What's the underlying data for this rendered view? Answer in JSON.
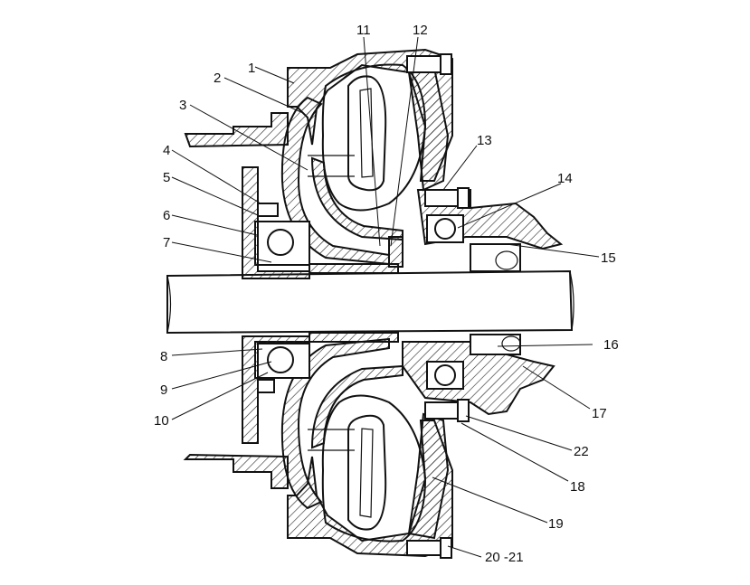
{
  "callouts": [
    {
      "id": "1",
      "label": "1"
    },
    {
      "id": "2",
      "label": "2"
    },
    {
      "id": "3",
      "label": "3"
    },
    {
      "id": "4",
      "label": "4"
    },
    {
      "id": "5",
      "label": "5"
    },
    {
      "id": "6",
      "label": "6"
    },
    {
      "id": "7",
      "label": "7"
    },
    {
      "id": "8",
      "label": "8"
    },
    {
      "id": "9",
      "label": "9"
    },
    {
      "id": "10",
      "label": "10"
    },
    {
      "id": "11",
      "label": "11"
    },
    {
      "id": "12",
      "label": "12"
    },
    {
      "id": "13",
      "label": "13"
    },
    {
      "id": "14",
      "label": "14"
    },
    {
      "id": "15",
      "label": "15"
    },
    {
      "id": "16",
      "label": "16"
    },
    {
      "id": "17",
      "label": "17"
    },
    {
      "id": "18",
      "label": "18"
    },
    {
      "id": "19",
      "label": "19"
    },
    {
      "id": "20-21",
      "label": "20 -21"
    },
    {
      "id": "22",
      "label": "22"
    }
  ]
}
